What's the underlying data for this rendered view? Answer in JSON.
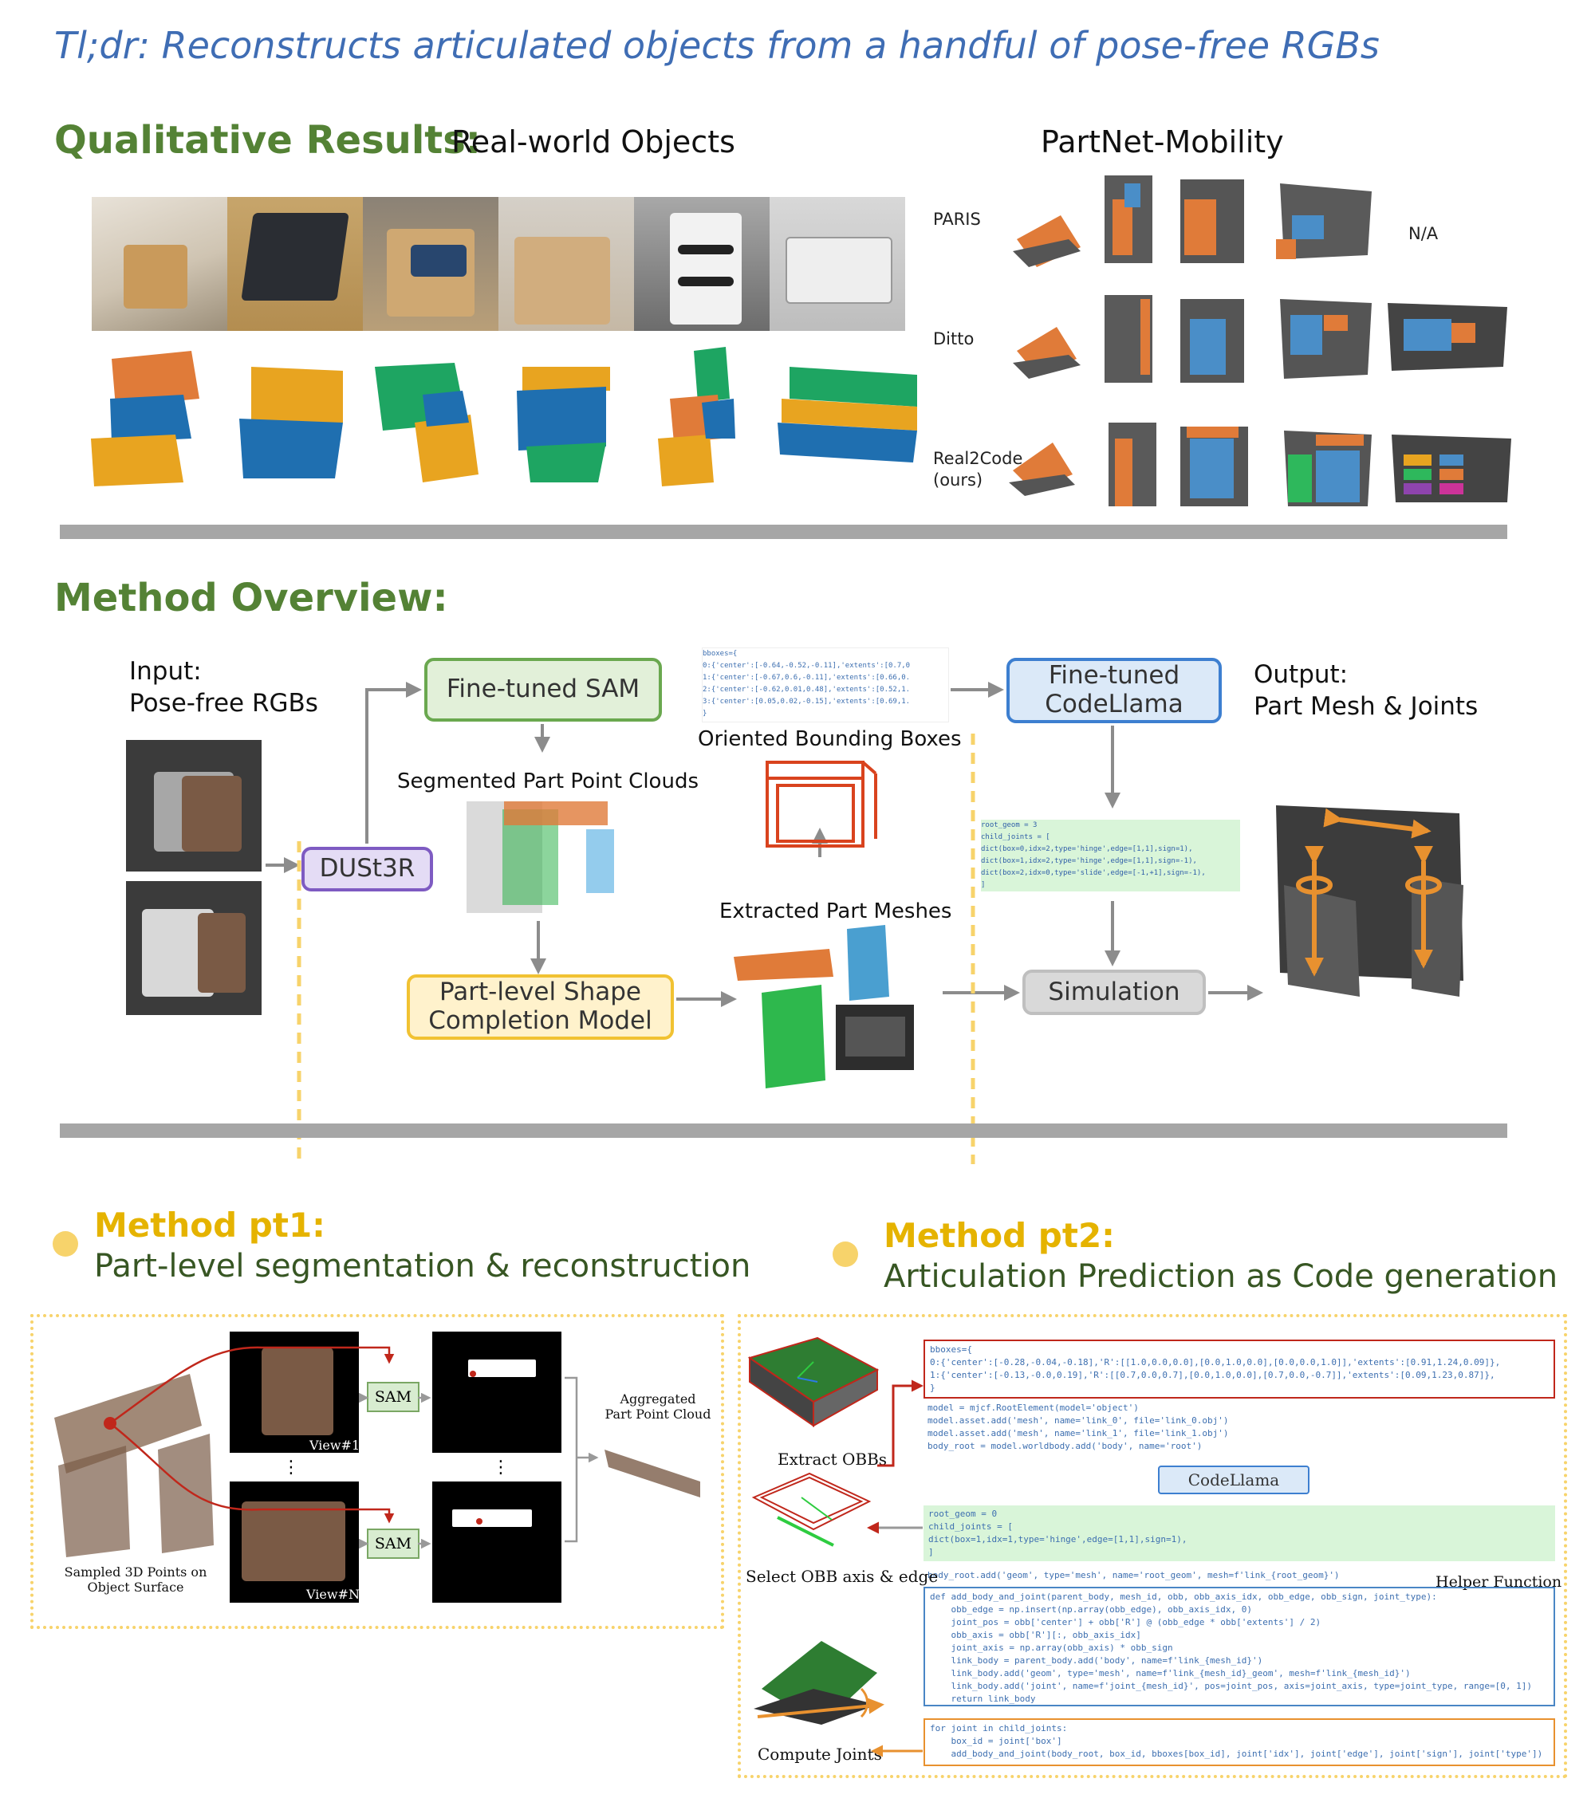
{
  "tldr": "Tl;dr: Reconstructs articulated objects from a handful of pose-free RGBs",
  "qualitative": {
    "heading": "Qualitative Results:",
    "real_world_label": "Real-world Objects",
    "partnet_label": "PartNet-Mobility",
    "rows": [
      {
        "label": "PARIS"
      },
      {
        "label": "Ditto"
      },
      {
        "label_line1": "Real2Code",
        "label_line2": "(ours)"
      }
    ],
    "na_text": "N/A"
  },
  "method_overview": {
    "heading": "Method Overview:",
    "input_line1": "Input:",
    "input_line2": "Pose-free RGBs",
    "dust3r": "DUSt3R",
    "sam": "Fine-tuned SAM",
    "seg_caption": "Segmented Part Point Clouds",
    "shape_line1": "Part-level Shape",
    "shape_line2": "Completion Model",
    "obb_caption": "Oriented Bounding Boxes",
    "extracted_caption": "Extracted Part Meshes",
    "codellama_line1": "Fine-tuned",
    "codellama_line2": "CodeLlama",
    "output_line1": "Output:",
    "output_line2": "Part Mesh & Joints",
    "simulation": "Simulation",
    "bbox_code": "bboxes={\n0:{'center':[-0.64,-0.52,-0.11],'extents':[0.7,0\n1:{'center':[-0.67,0.6,-0.11],'extents':[0.66,0.\n2:{'center':[-0.62,0.01,0.48],'extents':[0.52,1.\n3:{'center':[0.05,0.02,-0.15],'extents':[0.69,1.\n}",
    "joint_code": "root_geom = 3\nchild_joints = [\ndict(box=0,idx=2,type='hinge',edge=[1,1],sign=1),\ndict(box=1,idx=2,type='hinge',edge=[1,1],sign=-1),\ndict(box=2,idx=0,type='slide',edge=[-1,+1],sign=-1),\n]"
  },
  "pt1": {
    "title": "Method pt1:",
    "subtitle": "Part-level segmentation & reconstruction",
    "sam_label": "SAM",
    "view1": "View#1",
    "viewN": "View#N",
    "sampled_line1": "Sampled 3D Points on",
    "sampled_line2": "Object Surface",
    "agg_line1": "Aggregated",
    "agg_line2": "Part Point Cloud",
    "ellipsis": "⋮"
  },
  "pt2": {
    "title": "Method pt2:",
    "subtitle": "Articulation Prediction as Code generation",
    "extract_obbs": "Extract OBBs",
    "select_axis": "Select OBB axis & edge",
    "compute_joints": "Compute Joints",
    "codellama": "CodeLlama",
    "helper": "Helper Function",
    "bboxes_code": "bboxes={\n0:{'center':[-0.28,-0.04,-0.18],'R':[[1.0,0.0,0.0],[0.0,1.0,0.0],[0.0,0.0,1.0]],'extents':[0.91,1.24,0.09]},\n1:{'center':[-0.13,-0.0,0.19],'R':[[0.7,0.0,0.7],[0.0,1.0,0.0],[0.7,0.0,-0.7]],'extents':[0.09,1.23,0.87]},\n}",
    "model_code": "model = mjcf.RootElement(model='object')\nmodel.asset.add('mesh', name='link_0', file='link_0.obj')\nmodel.asset.add('mesh', name='link_1', file='link_1.obj')\nbody_root = model.worldbody.add('body', name='root')",
    "pred_code": "root_geom = 0\nchild_joints = [\ndict(box=1,idx=1,type='hinge',edge=[1,1],sign=1),\n]",
    "root_add": "body_root.add('geom', type='mesh', name='root_geom', mesh=f'link_{root_geom}')",
    "helper_code": "def add_body_and_joint(parent_body, mesh_id, obb, obb_axis_idx, obb_edge, obb_sign, joint_type):\n    obb_edge = np.insert(np.array(obb_edge), obb_axis_idx, 0)\n    joint_pos = obb['center'] + obb['R'] @ (obb_edge * obb['extents'] / 2)\n    obb_axis = obb['R'][:, obb_axis_idx]\n    joint_axis = np.array(obb_axis) * obb_sign\n    link_body = parent_body.add('body', name=f'link_{mesh_id}')\n    link_body.add('geom', type='mesh', name=f'link_{mesh_id}_geom', mesh=f'link_{mesh_id}')\n    link_body.add('joint', name=f'joint_{mesh_id}', pos=joint_pos, axis=joint_axis, type=joint_type, range=[0, 1])\n    return link_body",
    "loop_code": "for joint in child_joints:\n    box_id = joint['box']\n    add_body_and_joint(body_root, box_id, bboxes[box_id], joint['idx'], joint['edge'], joint['sign'], joint['type'])"
  },
  "colors": {
    "green_heading": "#548235",
    "yellow_heading": "#e5b300",
    "tldr_blue": "#3f6db4",
    "sam_green": "#e2f0d9",
    "sam_border": "#6aa84f",
    "dust_purple": "#e4dcf5",
    "dust_border": "#7e5bc2",
    "shape_yellow": "#fff2cc",
    "shape_border": "#f1c232",
    "code_blue": "#dbe9f8",
    "code_border": "#3d7fd0",
    "sim_gray": "#d9d9d9",
    "dash_yellow": "#f7d36b",
    "part_orange": "#e07b39",
    "part_yellow": "#e8a420",
    "part_blue": "#1f6fb0",
    "part_green": "#1ea562"
  }
}
